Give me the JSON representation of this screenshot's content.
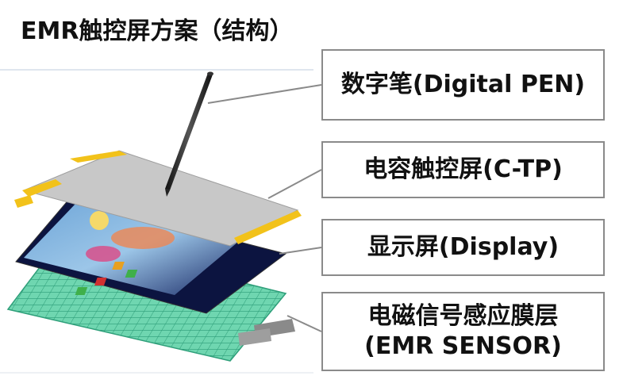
{
  "title": "EMR触控屏方案（结构）",
  "layers": [
    {
      "key": "pen",
      "label": "数字笔(Digital PEN)"
    },
    {
      "key": "ctp",
      "label": "电容触控屏(C-TP)"
    },
    {
      "key": "display",
      "label": "显示屏(Display)"
    },
    {
      "key": "emr",
      "label_line1": "电磁信号感应膜层",
      "label_line2": "(EMR SENSOR)"
    }
  ],
  "colors": {
    "fpc_yellow": "#f2c21a",
    "touch_gray": "#c8c8c8",
    "sensor_green": "#58c8a0",
    "box_border": "#8a8a8a"
  }
}
